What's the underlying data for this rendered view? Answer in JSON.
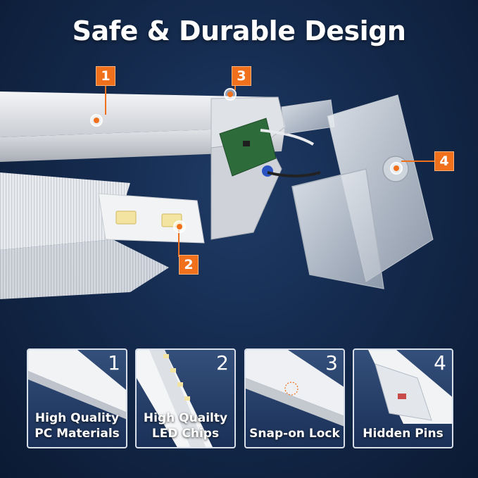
{
  "title": "Safe & Durable Design",
  "callouts": [
    "1",
    "2",
    "3",
    "4"
  ],
  "features": [
    {
      "num": "1",
      "label": "High Quality\nPC Materials"
    },
    {
      "num": "2",
      "label": "High Quailty\nLED Chips"
    },
    {
      "num": "3",
      "label": "Snap-on Lock"
    },
    {
      "num": "4",
      "label": "Hidden Pins"
    }
  ],
  "colors": {
    "accent": "#f0701c",
    "background": "#142a4d",
    "card_border": "#d9dfe8"
  }
}
